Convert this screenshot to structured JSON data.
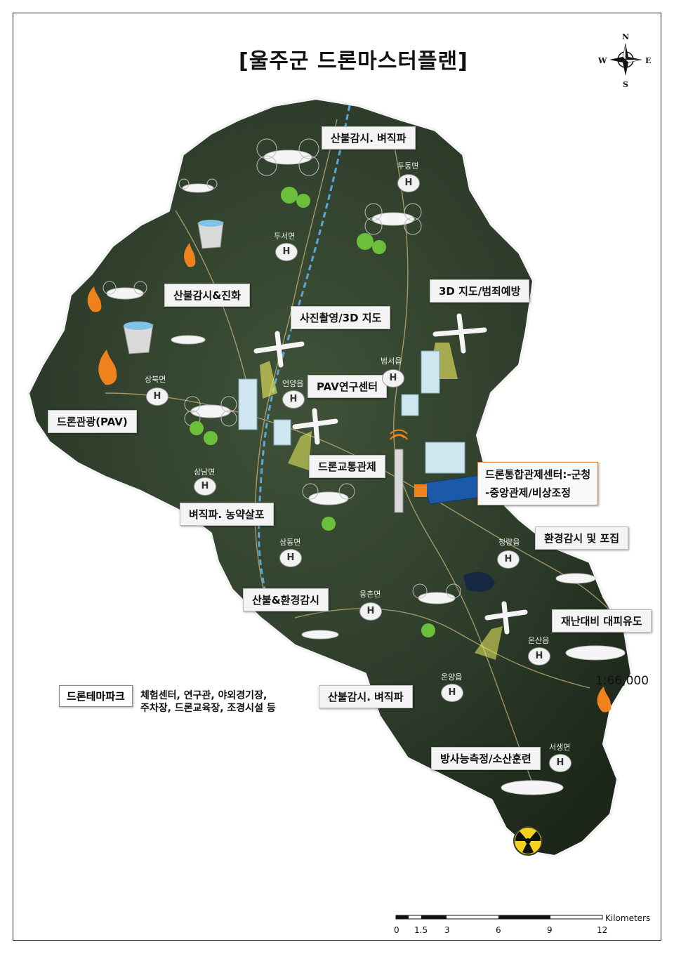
{
  "title": "[울주군 드론마스터플랜]",
  "compass": {
    "n": "N",
    "e": "E",
    "s": "S",
    "w": "W"
  },
  "labels": [
    "산불감시. 벼직파",
    "산불감시&진화",
    "3D 지도/범죄예방",
    "사진촬영/3D 지도",
    "PAV연구센터",
    "드론관광(PAV)",
    "드론교통관제",
    "벼직파. 농약살포",
    "환경감시 및 포집",
    "산불&환경감시",
    "재난대비 대피유도",
    "산불감시. 벼직파",
    "방사능측정/소산훈련"
  ],
  "control_center": {
    "line1": "드론통합관제센터:-군청",
    "line2": "-중앙관제/비상조정"
  },
  "regions": [
    "두동면",
    "두서면",
    "범서읍",
    "상북면",
    "언양읍",
    "삼남면",
    "삼동면",
    "청량읍",
    "웅촌면",
    "온산읍",
    "온양읍",
    "서생면"
  ],
  "helipad_symbol": "H",
  "theme_park": {
    "name": "드론테마파크",
    "desc_line1": "체험센터, 연구관, 야외경기장,",
    "desc_line2": "주차장, 드론교육장, 조경시설 등"
  },
  "scale": {
    "ratio": "1:66,000",
    "unit": "Kilometers",
    "ticks": [
      "0",
      "1.5",
      "3",
      "6",
      "9",
      "12"
    ]
  },
  "colors": {
    "land": "#2f3f2c",
    "land_dark": "#1f2b1e",
    "railway": "#5aa7d8",
    "roads": "#c9b27a",
    "label_border": "#e9833a",
    "fire": "#f0821e"
  }
}
